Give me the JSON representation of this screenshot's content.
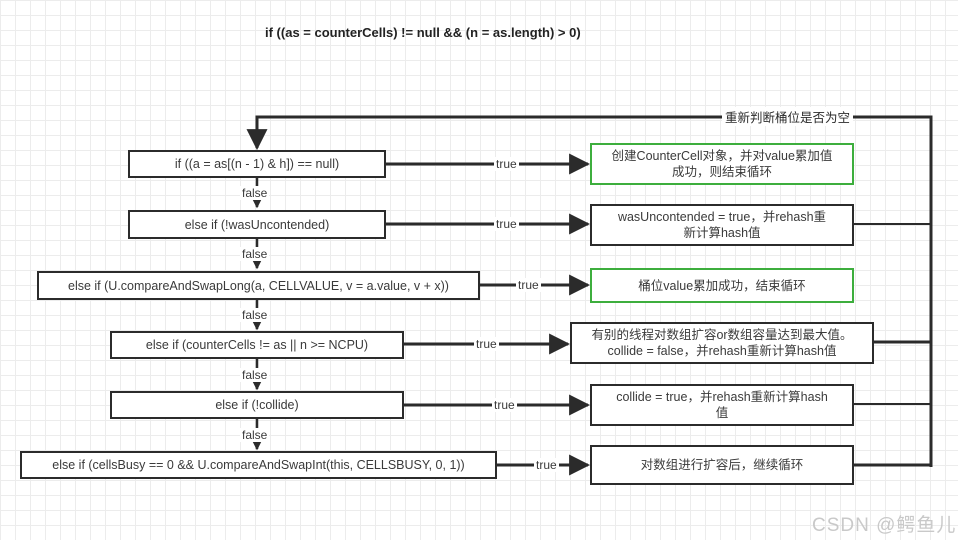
{
  "title": "if ((as = counterCells) != null && (n = as.length) > 0)",
  "loop_label": "重新判断桶位是否为空",
  "watermark": "CSDN @鳄鱼儿",
  "branch_labels": {
    "true": "true",
    "false": "false"
  },
  "conditions": [
    {
      "id": "cond-1",
      "text": "if ((a = as[(n - 1) & h]) == null)"
    },
    {
      "id": "cond-2",
      "text": "else if (!wasUncontended)"
    },
    {
      "id": "cond-3",
      "text": "else if (U.compareAndSwapLong(a, CELLVALUE, v = a.value, v + x))"
    },
    {
      "id": "cond-4",
      "text": "else if (counterCells != as || n >= NCPU)"
    },
    {
      "id": "cond-5",
      "text": "else if (!collide)"
    },
    {
      "id": "cond-6",
      "text": "else if (cellsBusy == 0 && U.compareAndSwapInt(this, CELLSBUSY, 0, 1))"
    }
  ],
  "results": [
    {
      "id": "res-1",
      "line1": "创建CounterCell对象，并对value累加值",
      "line2": "成功，则结束循环",
      "accent": "#3dae3d",
      "terminal": true
    },
    {
      "id": "res-2",
      "line1": "wasUncontended = true，并rehash重",
      "line2": "新计算hash值",
      "accent": "#2b2b2b",
      "terminal": false
    },
    {
      "id": "res-3",
      "line1": "桶位value累加成功，结束循环",
      "line2": "",
      "accent": "#3dae3d",
      "terminal": true
    },
    {
      "id": "res-4",
      "line1": "有别的线程对数组扩容or数组容量达到最大值。",
      "line2": "collide = false，并rehash重新计算hash值",
      "accent": "#2b2b2b",
      "terminal": false
    },
    {
      "id": "res-5",
      "line1": "collide = true，并rehash重新计算hash",
      "line2": "值",
      "accent": "#2b2b2b",
      "terminal": false
    },
    {
      "id": "res-6",
      "line1": "对数组进行扩容后，继续循环",
      "line2": "",
      "accent": "#2b2b2b",
      "terminal": false
    }
  ]
}
